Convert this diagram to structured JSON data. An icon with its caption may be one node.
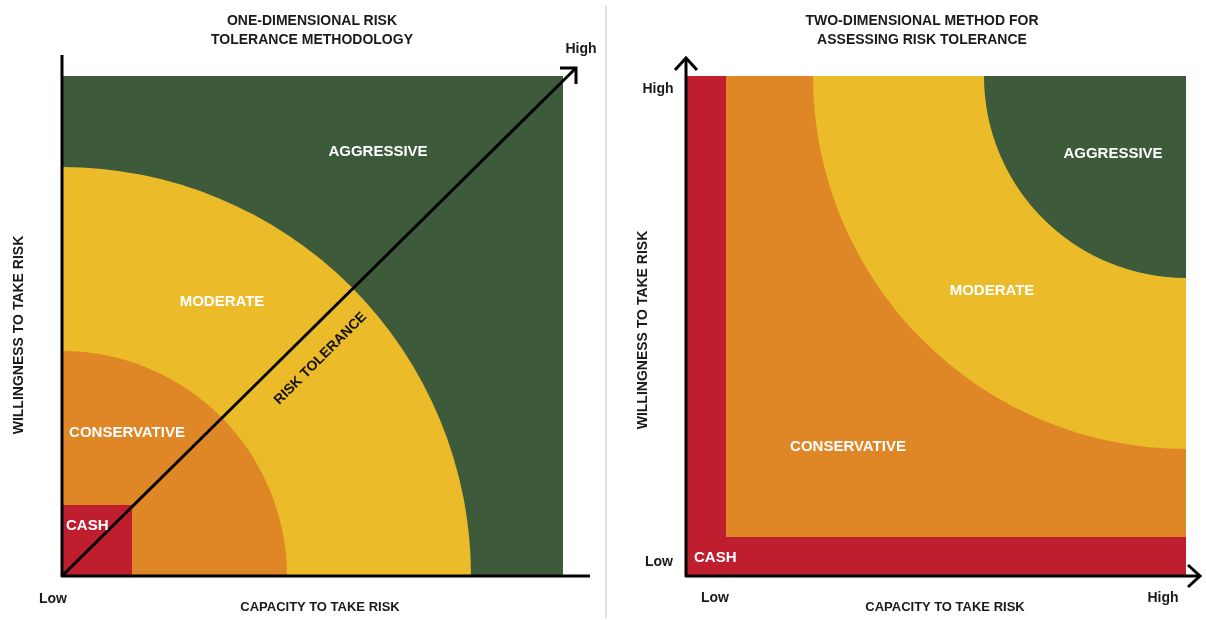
{
  "diagram": {
    "nodes": [
      {
        "text": [
          "AGGRESSIVE"
        ]
      },
      {
        "text": [
          "MODERATE"
        ],
        "in": 0
      },
      {
        "text": [
          "CONSERVATIVE"
        ],
        "in": 1
      },
      {
        "text": [
          "CASH"
        ],
        "in": 2
      },
      {
        "text": [
          "CASH"
        ]
      },
      {
        "text": [
          "CONSERVATIVE"
        ],
        "in": 4
      },
      {
        "text": [
          "MODERATE"
        ],
        "in": 5
      },
      {
        "text": [
          "AGGRESSIVE"
        ],
        "in": 6
      }
    ],
    "labels": [
      "ONE-DIMENSIONAL RISK TOLERANCE METHODOLOGY",
      "TWO-DIMENSIONAL METHOD FOR ASSESSING RISK TOLERANCE",
      "High",
      "High",
      "WILLINGNESS TO TAKE RISK",
      "WILLINGNESS TO TAKE RISK",
      "RISK TOLERANCE",
      "Low",
      "Low",
      "Low",
      "CAPACITY TO TAKE RISK",
      "CAPACITY TO TAKE RISK",
      "High"
    ]
  }
}
